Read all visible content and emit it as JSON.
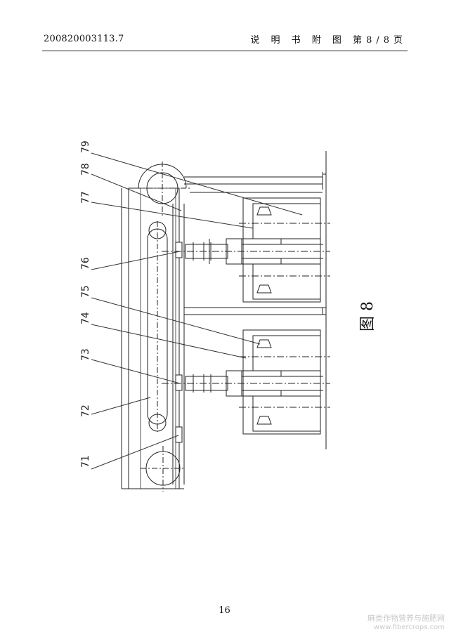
{
  "header": {
    "doc_number": "200820003113.7",
    "section_title": "说 明 书 附 图",
    "page_label": "第8/8页"
  },
  "figure": {
    "caption": "图 8",
    "labels": [
      "71",
      "72",
      "73",
      "74",
      "75",
      "76",
      "77",
      "78",
      "79"
    ]
  },
  "footer": {
    "page_number": "16"
  },
  "watermark": {
    "line1": "麻类作物营养与施肥网",
    "line2": "www.fibercrops.com"
  }
}
